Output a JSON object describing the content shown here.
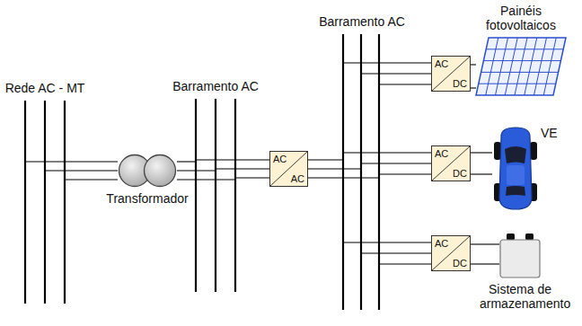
{
  "diagram": {
    "nodes": [
      {
        "text": [
          "Rede AC - MT"
        ]
      },
      {
        "text": [
          "Transformador"
        ]
      },
      {
        "text": [
          "Barramento AC"
        ]
      },
      {
        "text": [
          "AC",
          "AC"
        ]
      },
      {
        "text": [
          "Barramento AC"
        ]
      },
      {
        "text": [
          "AC",
          "DC"
        ]
      },
      {
        "text": [
          "Painéis fotovoltaicos"
        ]
      },
      {
        "text": [
          "AC",
          "DC"
        ]
      },
      {
        "text": [
          "VE"
        ]
      },
      {
        "text": [
          "AC",
          "DC"
        ]
      },
      {
        "text": [
          "Sistema de armazenamento"
        ]
      }
    ],
    "edges": [
      {
        "from": 0,
        "to": 1,
        "arrow": "none"
      },
      {
        "from": 1,
        "to": 2,
        "arrow": "none"
      },
      {
        "from": 2,
        "to": 3,
        "arrow": "none"
      },
      {
        "from": 3,
        "to": 4,
        "arrow": "none"
      },
      {
        "from": 4,
        "to": 5,
        "arrow": "none"
      },
      {
        "from": 5,
        "to": 6,
        "arrow": "none"
      },
      {
        "from": 4,
        "to": 7,
        "arrow": "none"
      },
      {
        "from": 7,
        "to": 8,
        "arrow": "none"
      },
      {
        "from": 4,
        "to": 9,
        "arrow": "none"
      },
      {
        "from": 9,
        "to": 10,
        "arrow": "none"
      }
    ]
  }
}
